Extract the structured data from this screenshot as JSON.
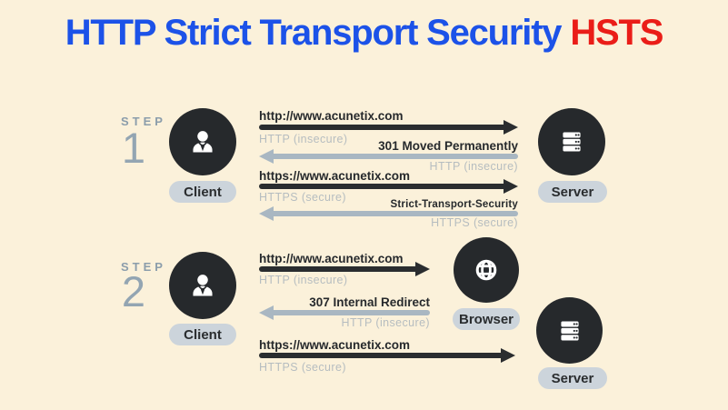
{
  "title": {
    "main": "HTTP Strict Transport Security",
    "highlight": "HSTS"
  },
  "colors": {
    "background": "#fbf1da",
    "title_blue": "#1c52e8",
    "title_red": "#ea1d18",
    "dark": "#26292c",
    "gray_arrow": "#a9b7c2",
    "gray_text": "#b6bdc0",
    "step_text": "#8b9dab",
    "pill_bg": "#ccd4db"
  },
  "steps": [
    {
      "step_label": "STEP",
      "step_number": "1",
      "actors": {
        "client": {
          "label": "Client",
          "icon": "person-icon"
        },
        "server": {
          "label": "Server",
          "icon": "server-icon"
        }
      },
      "messages": [
        {
          "direction": "right",
          "style": "dark",
          "label": "http://www.acunetix.com",
          "sublabel": "HTTP (insecure)"
        },
        {
          "direction": "left",
          "style": "gray",
          "label": "301 Moved Permanently",
          "sublabel": "HTTP (insecure)"
        },
        {
          "direction": "right",
          "style": "dark",
          "label": "https://www.acunetix.com",
          "sublabel": "HTTPS (secure)"
        },
        {
          "direction": "left",
          "style": "gray",
          "label": "Strict-Transport-Security",
          "sublabel": "HTTPS (secure)"
        }
      ]
    },
    {
      "step_label": "STEP",
      "step_number": "2",
      "actors": {
        "client": {
          "label": "Client",
          "icon": "person-icon"
        },
        "browser": {
          "label": "Browser",
          "icon": "globe-icon"
        },
        "server": {
          "label": "Server",
          "icon": "server-icon"
        }
      },
      "messages": [
        {
          "direction": "right",
          "style": "dark",
          "label": "http://www.acunetix.com",
          "sublabel": "HTTP (insecure)"
        },
        {
          "direction": "left",
          "style": "gray",
          "label": "307 Internal Redirect",
          "sublabel": "HTTP (insecure)"
        },
        {
          "direction": "right",
          "style": "dark",
          "label": "https://www.acunetix.com",
          "sublabel": "HTTPS (secure)"
        }
      ]
    }
  ]
}
